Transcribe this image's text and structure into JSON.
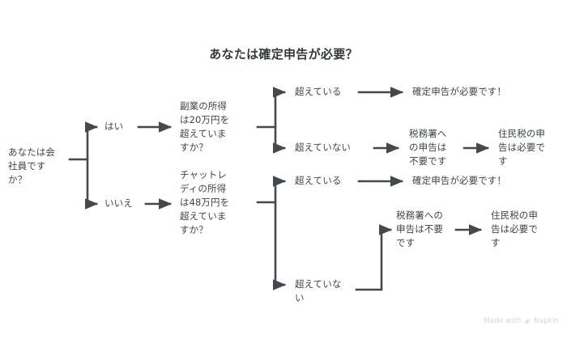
{
  "title": "あなたは確定申告が必要？",
  "watermark": {
    "text_before": "Made with",
    "icon": "napkin-leaf-icon",
    "brand": "Napkin"
  },
  "colors": {
    "background": "#ffffff",
    "text": "#3f4447",
    "title": "#34383b",
    "wire": "#45494c",
    "watermark": "#d3d6d8"
  },
  "nodes": {
    "root": "あなたは会\n社員です\nか？",
    "q_side_income": "副業の所得\nは20万円を\n超えていま\nすか？",
    "q_chatlady_income": "チャットレ\nディの所得\nは48万円を\n超えていま\nすか？",
    "result_filing_required_top": "確定申告が必要です！",
    "result_no_tax_office_top": "税務署へ\nの申告は\n不要です",
    "result_resident_tax_top": "住民税の申\n告は必要で\nす",
    "result_filing_required_bottom": "確定申告が必要です！",
    "result_no_tax_office_bottom": "税務署への\n申告は不要\nです",
    "result_resident_tax_bottom": "住民税の申\n告は必要で\nす"
  },
  "edge_labels": {
    "yes": "はい",
    "no": "いいえ",
    "over_top": "超えている",
    "under_top": "超えていない",
    "over_bottom": "超えている",
    "under_bottom": "超えていな\nい"
  },
  "chart_data": {
    "type": "diagram",
    "diagram_type": "decision-tree-flowchart",
    "title": "あなたは確定申告が必要？",
    "nodes": [
      {
        "id": "root",
        "label": "あなたは会社員ですか？",
        "level": 0
      },
      {
        "id": "q_side_income",
        "label": "副業の所得は20万円を超えていますか？",
        "level": 1
      },
      {
        "id": "q_chatlady_income",
        "label": "チャットレディの所得は48万円を超えていますか？",
        "level": 1
      },
      {
        "id": "result_filing_required_top",
        "label": "確定申告が必要です！",
        "level": 2
      },
      {
        "id": "result_no_tax_office_top",
        "label": "税務署への申告は不要です",
        "level": 2
      },
      {
        "id": "result_resident_tax_top",
        "label": "住民税の申告は必要です",
        "level": 3
      },
      {
        "id": "result_filing_required_bottom",
        "label": "確定申告が必要です！",
        "level": 2
      },
      {
        "id": "result_no_tax_office_bottom",
        "label": "税務署への申告は不要です",
        "level": 2
      },
      {
        "id": "result_resident_tax_bottom",
        "label": "住民税の申告は必要です",
        "level": 3
      }
    ],
    "edges": [
      {
        "from": "root",
        "to": "q_side_income",
        "label": "はい"
      },
      {
        "from": "root",
        "to": "q_chatlady_income",
        "label": "いいえ"
      },
      {
        "from": "q_side_income",
        "to": "result_filing_required_top",
        "label": "超えている"
      },
      {
        "from": "q_side_income",
        "to": "result_no_tax_office_top",
        "label": "超えていない"
      },
      {
        "from": "result_no_tax_office_top",
        "to": "result_resident_tax_top",
        "label": ""
      },
      {
        "from": "q_chatlady_income",
        "to": "result_filing_required_bottom",
        "label": "超えている"
      },
      {
        "from": "q_chatlady_income",
        "to": "result_no_tax_office_bottom",
        "label": "超えていない"
      },
      {
        "from": "result_no_tax_office_bottom",
        "to": "result_resident_tax_bottom",
        "label": ""
      }
    ]
  }
}
